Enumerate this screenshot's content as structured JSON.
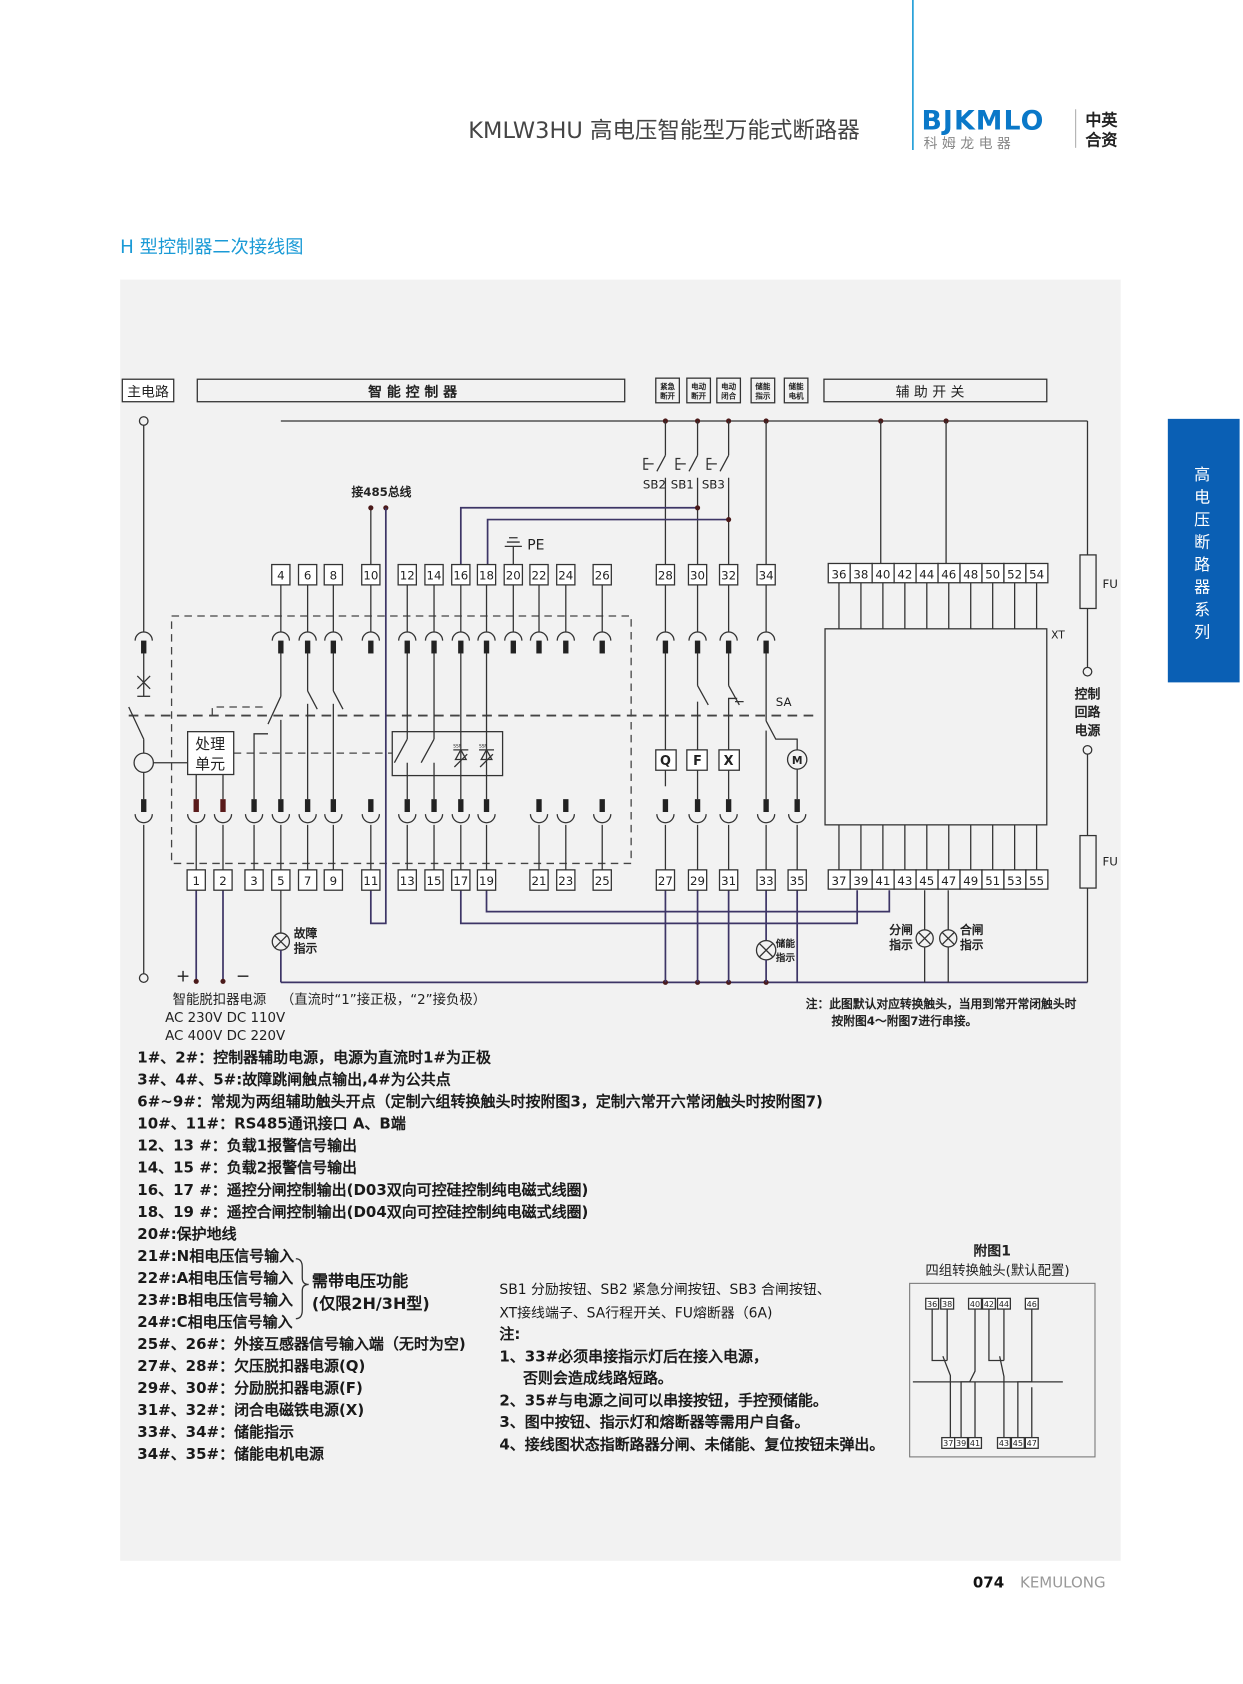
{
  "header": {
    "title": "KMLW3HU 高电压智能型万能式断路器",
    "logo_en": "BJKMLO",
    "logo_cn": "科 姆 龙 电 器",
    "jv_line1": "中英",
    "jv_line2": "合资"
  },
  "side_tab": [
    "高",
    "电",
    "压",
    "断",
    "路",
    "器",
    "系",
    "列"
  ],
  "section_title": "H 型控制器二次接线图",
  "diagram": {
    "headers": {
      "main": "主电路",
      "controller": "智 能 控 制 器",
      "small": [
        [
          "紧急",
          "断开"
        ],
        [
          "电动",
          "断开"
        ],
        [
          "电动",
          "闭合"
        ],
        [
          "储能",
          "指示"
        ],
        [
          "储能",
          "电机"
        ]
      ],
      "aux": "辅 助 开 关"
    },
    "top_terminals": [
      "4",
      "6",
      "8",
      "10",
      "12",
      "14",
      "16",
      "18",
      "20",
      "22",
      "24",
      "26",
      "28",
      "30",
      "32",
      "34"
    ],
    "bottom_terminals": [
      "1",
      "2",
      "3",
      "5",
      "7",
      "9",
      "11",
      "13",
      "15",
      "17",
      "19",
      "21",
      "23",
      "25",
      "27",
      "29",
      "31",
      "33",
      "35"
    ],
    "aux_top": [
      "36",
      "38",
      "40",
      "42",
      "44",
      "46",
      "48",
      "50",
      "52",
      "54"
    ],
    "aux_bottom": [
      "37",
      "39",
      "41",
      "43",
      "45",
      "47",
      "49",
      "51",
      "53",
      "55"
    ],
    "labels": {
      "sb": [
        "SB2",
        "SB1",
        "SB3"
      ],
      "bus485": "接485总线",
      "pe": "PE",
      "processing": [
        "处理",
        "单元"
      ],
      "sa": "SA",
      "motor": "M",
      "coils": [
        "Q",
        "F",
        "X"
      ],
      "xt": "XT",
      "fu": "FU",
      "control_power": [
        "控制",
        "回路",
        "电源"
      ],
      "fault": [
        "故障",
        "指示"
      ],
      "storage": [
        "储能",
        "指示"
      ],
      "open": [
        "分闸",
        "指示"
      ],
      "close": [
        "合闸",
        "指示"
      ],
      "plus": "+",
      "minus": "−",
      "relay": "SSR"
    },
    "power": {
      "title": "智能脱扣器电源",
      "note": "（直流时“1”接正极，“2”接负极）",
      "line1": "AC 230V  DC 110V",
      "line2": "AC 400V  DC 220V"
    },
    "note": [
      "注：此图默认对应转换触头，当用到常开常闭触头时",
      "按附图4～附图7进行串接。"
    ]
  },
  "descriptions": [
    "1#、2#：控制器辅助电源，电源为直流时1#为正极",
    "3#、4#、5#:故障跳闸触点输出,4#为公共点",
    "6#~9#：常规为两组辅助触头开点（定制六组转换触头时按附图3，定制六常开六常闭触头时按附图7)",
    "10#、11#：RS485通讯接口 A、B端",
    "12、13 #：负载1报警信号输出",
    "14、15 #：负载2报警信号输出",
    "16、17 #：遥控分闸控制输出(D03双向可控硅控制纯电磁式线圈)",
    "18、19 #：遥控合闸控制输出(D04双向可控硅控制纯电磁式线圈)",
    "20#:保护地线",
    "21#:N相电压信号输入",
    "22#:A相电压信号输入",
    "23#:B相电压信号输入",
    "24#:C相电压信号输入",
    "25#、26#：外接互感器信号输入端（无时为空)",
    "27#、28#：欠压脱扣器电源(Q)",
    "29#、30#：分励脱扣器电源(F)",
    "31#、32#：闭合电磁铁电源(X)",
    "33#、34#：储能指示",
    "34#、35#：储能电机电源"
  ],
  "voltage_note": [
    "需带电压功能",
    "(仅限2H/3H型)"
  ],
  "legend": {
    "components": [
      "SB1 分励按钮、SB2 紧急分闸按钮、SB3 合闸按钮、",
      "XT接线端子、SA行程开关、FU熔断器（6A)"
    ],
    "notes_title": "注:",
    "notes": [
      "1、33#必须串接指示灯后在接入电源，",
      "否则会造成线路短路。",
      "2、35#与电源之间可以串接按钮，手控预储能。",
      "3、图中按钮、指示灯和熔断器等需用户自备。",
      "4、接线图状态指断路器分闸、未储能、复位按钮未弹出。"
    ]
  },
  "figure1": {
    "title": "附图1",
    "subtitle": "四组转换触头(默认配置)",
    "top": [
      "36",
      "38",
      "40",
      "42",
      "44",
      "46"
    ],
    "bottom": [
      "37",
      "39",
      "41",
      "43",
      "45",
      "47"
    ]
  },
  "footer": {
    "page": "074",
    "brand": "KEMULONG"
  },
  "colors": {
    "brand_blue": "#0a5fb4",
    "accent_cyan": "#1a9ad6",
    "panel": "#f2f2f2",
    "wire_purple": "#3d3566"
  }
}
